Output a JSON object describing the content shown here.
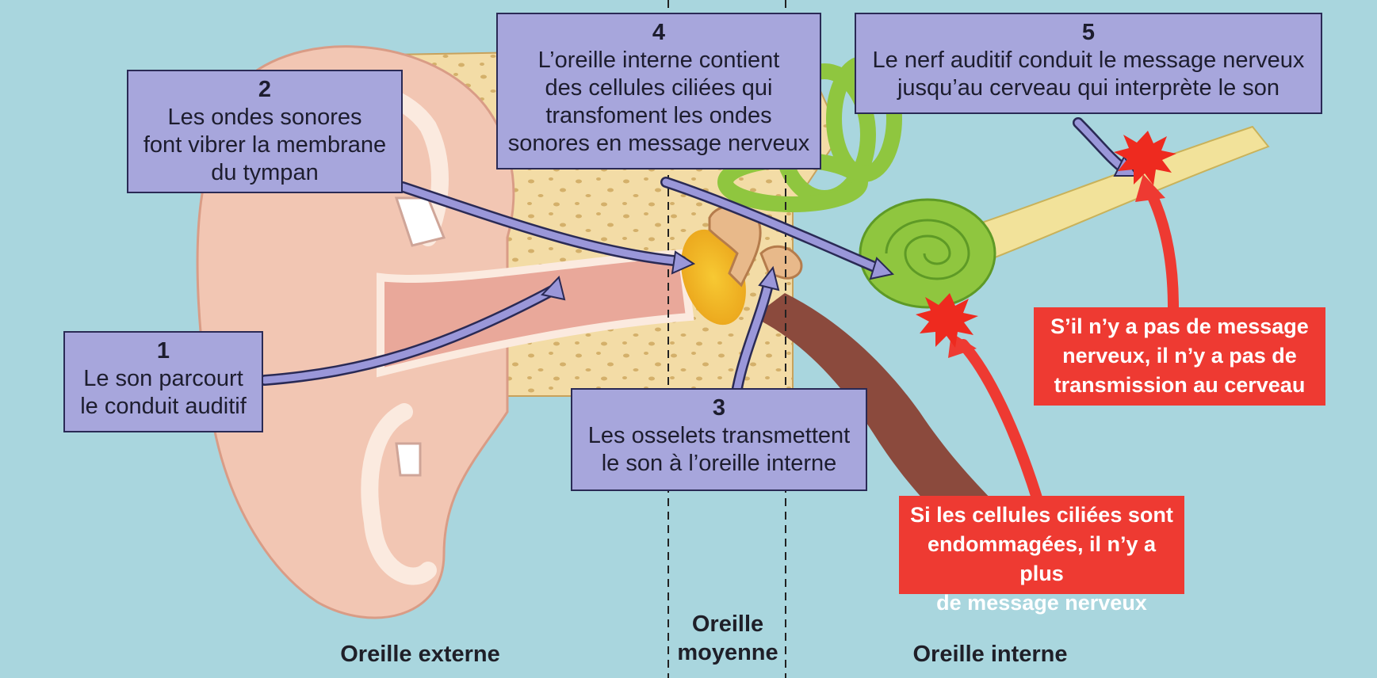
{
  "steps": [
    {
      "num": "1",
      "lines": [
        "Le son parcourt",
        "le conduit auditif"
      ]
    },
    {
      "num": "2",
      "lines": [
        "Les ondes sonores",
        "font vibrer la membrane",
        "du tympan"
      ]
    },
    {
      "num": "3",
      "lines": [
        "Les osselets transmettent",
        "le son à l’oreille interne"
      ]
    },
    {
      "num": "4",
      "lines": [
        "L’oreille interne contient",
        "des cellules ciliées qui",
        "transfoment les ondes",
        "sonores en message nerveux"
      ]
    },
    {
      "num": "5",
      "lines": [
        "Le nerf auditif conduit le message nerveux",
        "jusqu’au cerveau qui interprète le son"
      ]
    }
  ],
  "warnings": [
    {
      "lines": [
        "S’il n’y a pas de message",
        "nerveux, il n’y a pas de",
        "transmission au cerveau"
      ]
    },
    {
      "lines": [
        "Si les cellules ciliées sont",
        "endommagées, il n’y a plus",
        "de message nerveux"
      ]
    }
  ],
  "regions": {
    "outer": [
      "Oreille externe"
    ],
    "middle": [
      "Oreille",
      "moyenne"
    ],
    "inner": [
      "Oreille interne"
    ]
  },
  "colors": {
    "background": "#a9d6de",
    "skin": "#f2c6b3",
    "bone": "#f3dca6",
    "inner_ear": "#8fc63f",
    "nerve": "#f2e29a",
    "box_fill": "#a7a6dc",
    "box_border": "#2a2a55",
    "warning": "#ee3a32",
    "arrow": "#9a97d9",
    "damage_burst": "#ee2a1f"
  }
}
